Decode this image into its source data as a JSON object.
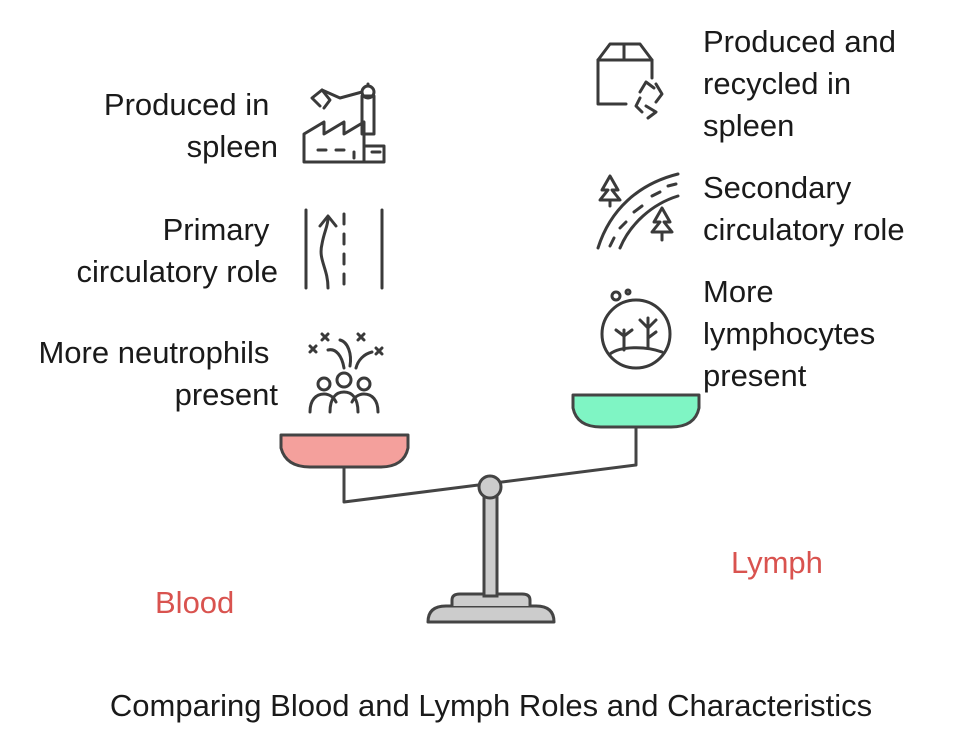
{
  "title": "Comparing Blood and Lymph Roles and Characteristics",
  "blood": {
    "label": "Blood",
    "color": "#d9534f",
    "pan_color": "#f4a09c",
    "items": [
      {
        "lines": [
          "Produced in",
          "spleen"
        ],
        "icon": "factory-icon"
      },
      {
        "lines": [
          "Primary",
          "circulatory role"
        ],
        "icon": "road-icon"
      },
      {
        "lines": [
          "More neutrophils",
          "present"
        ],
        "icon": "people-group-icon"
      }
    ]
  },
  "lymph": {
    "label": "Lymph",
    "color": "#d9534f",
    "pan_color": "#7ff5c4",
    "items": [
      {
        "lines": [
          "Produced and",
          "recycled in",
          "spleen"
        ],
        "icon": "recycle-box-icon"
      },
      {
        "lines": [
          "Secondary",
          "circulatory role"
        ],
        "icon": "winding-road-icon"
      },
      {
        "lines": [
          "More",
          "lymphocytes",
          "present"
        ],
        "icon": "cell-icon"
      }
    ]
  },
  "scale": {
    "stroke_color": "#444444",
    "base_color": "#cccccc"
  }
}
